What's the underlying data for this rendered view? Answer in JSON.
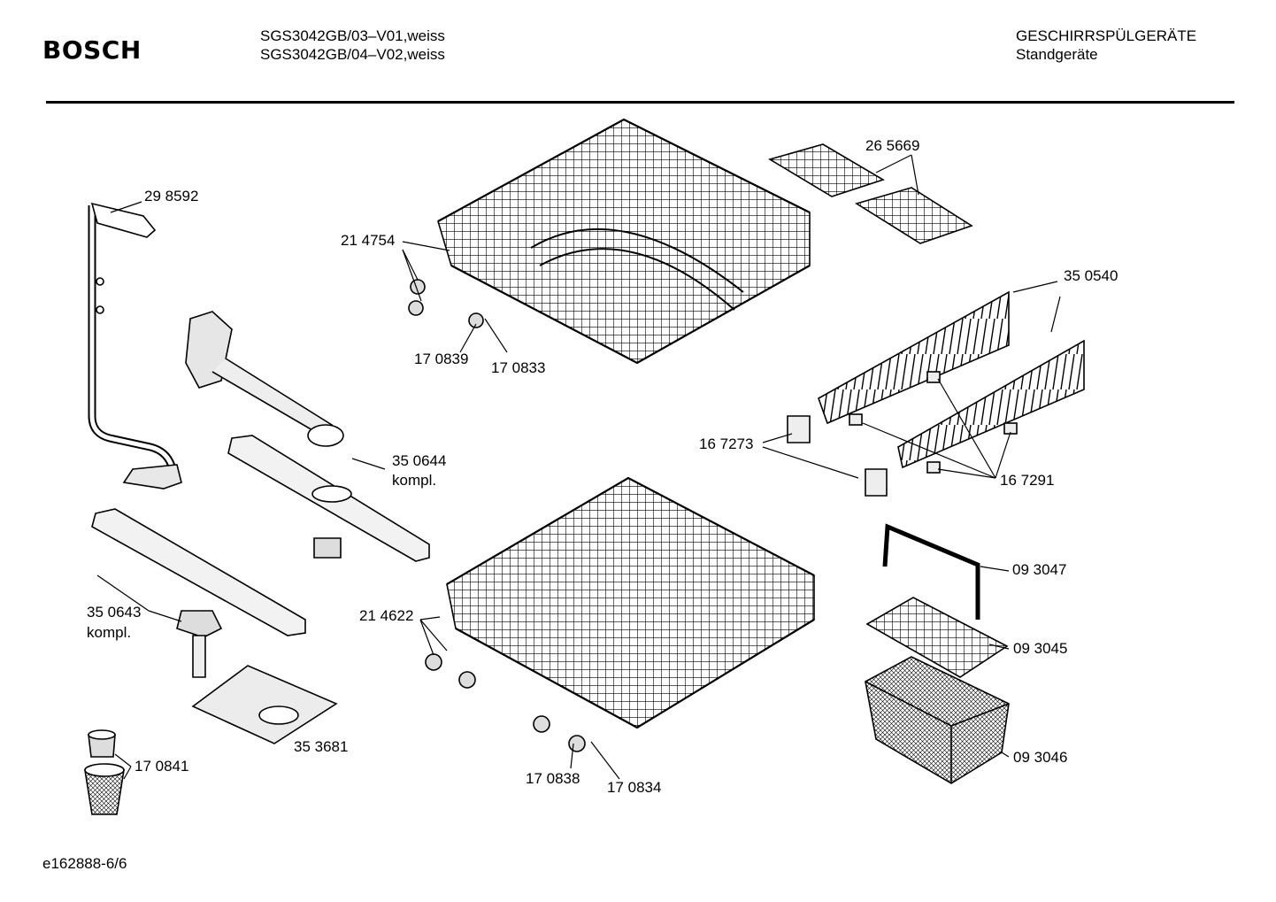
{
  "header": {
    "brand": "BOSCH",
    "models": [
      "SGS3042GB/03–V01,weiss",
      "SGS3042GB/04–V02,weiss"
    ],
    "category": "GESCHIRRSPÜLGERÄTE",
    "subcategory": "Standgeräte"
  },
  "parts": {
    "p298592": "29 8592",
    "p214754": "21 4754",
    "p170839": "17 0839",
    "p170833": "17 0833",
    "p265669": "26 5669",
    "p350540": "35 0540",
    "p167273": "16 7273",
    "p167291": "16 7291",
    "p350644": "35 0644",
    "p350644_note": "kompl.",
    "p350643": "35 0643",
    "p350643_note": "kompl.",
    "p214622": "21 4622",
    "p093047": "09 3047",
    "p093045": "09 3045",
    "p093046": "09 3046",
    "p353681": "35 3681",
    "p170841": "17 0841",
    "p170838": "17 0838",
    "p170834": "17 0834"
  },
  "footer": {
    "doc_id": "e162888-6/6"
  }
}
